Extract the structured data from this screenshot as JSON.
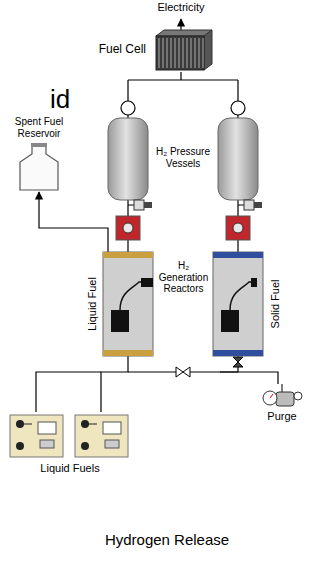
{
  "diagram": {
    "caption": "Hydrogen Release",
    "nodes": [
      {
        "text": [
          "Fuel Cell"
        ]
      },
      {
        "text": [
          "Spent Fuel Reservoir"
        ]
      },
      {
        "text": [
          "Liquid Fuel"
        ]
      },
      {
        "text": [
          "Solid Fuel"
        ]
      },
      {
        "text": [
          "Liquid Fuels"
        ]
      },
      {
        "text": [
          "Purge"
        ]
      }
    ],
    "edges": [
      {
        "from": 2,
        "to": 1,
        "arrow": "to"
      },
      {
        "from": 4,
        "to": 2,
        "arrow": "none"
      },
      {
        "from": 5,
        "to": 3,
        "arrow": "none"
      }
    ],
    "labels": [
      "Electricity",
      "id",
      "H₂ Pressure Vessels",
      "H₂ Generation Reactors"
    ]
  }
}
